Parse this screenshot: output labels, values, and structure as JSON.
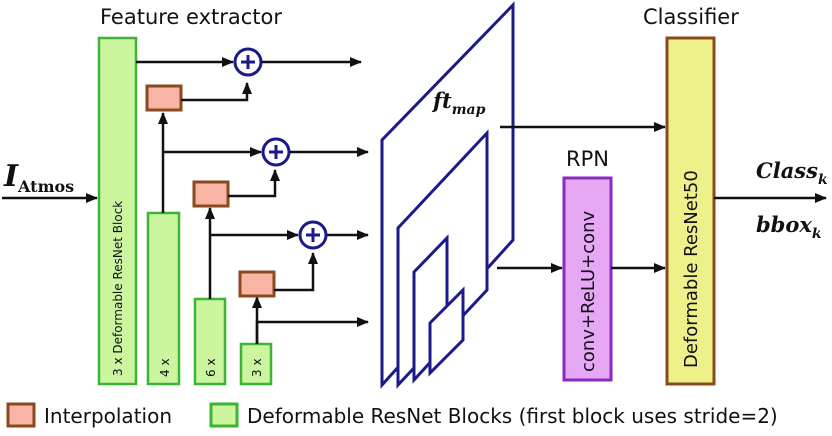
{
  "titles": {
    "feature_extractor": "Feature extractor",
    "classifier": "Classifier",
    "rpn": "RPN"
  },
  "input": {
    "main": "I",
    "sub": "Atmos"
  },
  "blocks": {
    "first": "3 x Deformable ResNet Block",
    "b4": "4 x",
    "b6": "6 x",
    "b3": "3 x"
  },
  "feature_map": {
    "main": "ft",
    "sub": "map"
  },
  "rpn_box": "conv+ReLU+conv",
  "classifier_box": "Deformable ResNet50",
  "outputs": {
    "class_main": "Class",
    "class_sub": "k",
    "bbox_main": "bbox",
    "bbox_sub": "k"
  },
  "legend": {
    "interpolation": "Interpolation",
    "blocks": "Deformable ResNet Blocks (first block uses stride=2)"
  },
  "colors": {
    "green_fill": "#ccf5a0",
    "green_stroke": "#3cb534",
    "interp_fill": "#f8b4a4",
    "interp_stroke": "#8a4a1f",
    "navy": "#1c1a8a",
    "rpn_fill": "#e6a8f4",
    "rpn_stroke": "#8a2ac0",
    "cls_fill": "#eef08a",
    "cls_stroke": "#8a4a1f"
  }
}
